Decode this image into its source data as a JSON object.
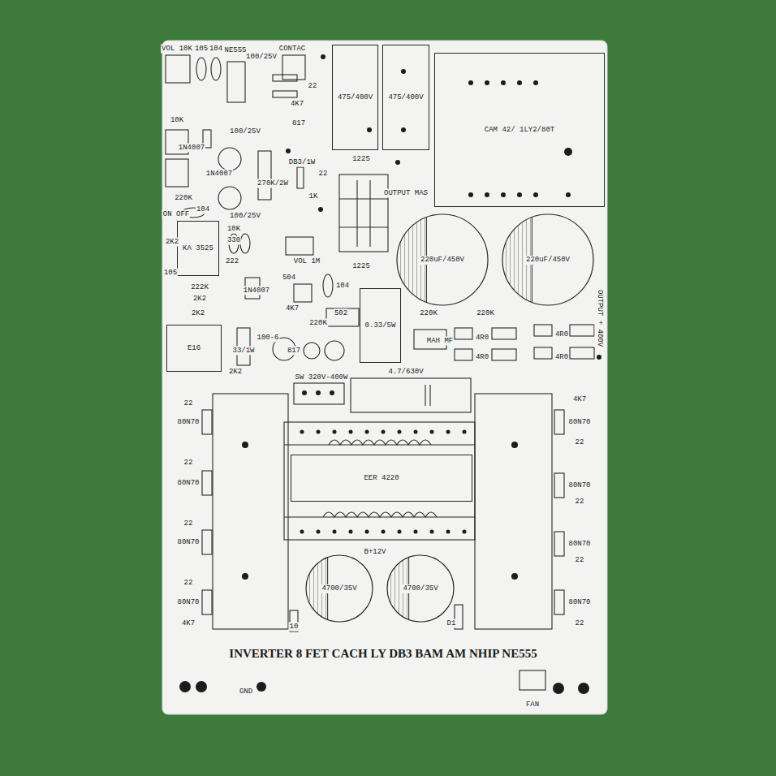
{
  "diagram": {
    "title": "INVERTER 8 FET CACH LY DB3 BAM AM NHIP NE555",
    "nodes": [
      {
        "text": [
          "475/400V"
        ]
      },
      {
        "text": [
          "475/400V"
        ]
      },
      {
        "text": [
          "CAM 42/ 1LY2/80T"
        ]
      },
      {
        "text": [
          "220uF/450V"
        ]
      },
      {
        "text": [
          "220uF/450V"
        ]
      },
      {
        "text": [
          "KA 3525"
        ]
      },
      {
        "text": [
          "E16"
        ]
      },
      {
        "text": [
          "0.33/5W"
        ]
      },
      {
        "text": [
          "EER 4220"
        ]
      },
      {
        "text": [
          "4700/35V"
        ]
      },
      {
        "text": [
          "4700/35V"
        ]
      }
    ],
    "labels": [
      "VOL 10K",
      "105",
      "104",
      "NE555",
      "100/25V",
      "CONTAC",
      "22",
      "4K7",
      "817",
      "10K",
      "1N4007",
      "100/25V",
      "DB3/1W",
      "22",
      "1N4007",
      "270K/2W",
      "1K",
      "220K",
      "104",
      "100/25V",
      "ON OFF",
      "2K2",
      "10K",
      "330",
      "222",
      "105",
      "222K",
      "2K2",
      "1N4007",
      "2K2",
      "VOL 1M",
      "504",
      "104",
      "4K7",
      "220K",
      "502",
      "817",
      "100-6",
      "33/1W",
      "2K2",
      "1225",
      "OUTPUT MAS",
      "1225",
      "220K",
      "220K",
      "MAH MF",
      "4R0",
      "4R0",
      "4R0",
      "4R0",
      "OUTPUT + 400V",
      "SW 320V-400W",
      "4.7/630V",
      "22",
      "80N70",
      "22",
      "80N70",
      "22",
      "80N70",
      "22",
      "80N70",
      "4K7",
      "4K7",
      "80N70",
      "22",
      "80N70",
      "22",
      "80N70",
      "22",
      "80N70",
      "22",
      "B+12V",
      "10",
      "D1",
      "GND",
      "FAN"
    ]
  }
}
